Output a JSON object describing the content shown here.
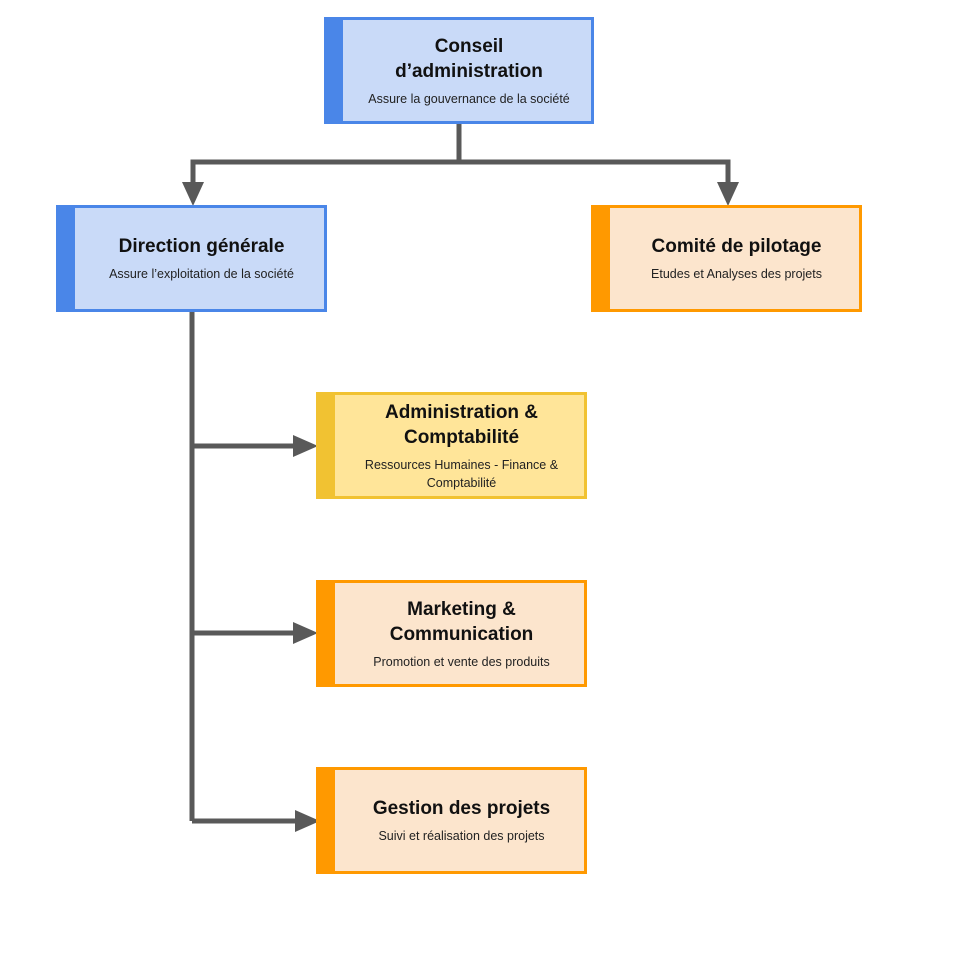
{
  "nodes": {
    "board": {
      "title": "Conseil d’administration",
      "description": "Assure la gouvernance de la société"
    },
    "general_management": {
      "title": "Direction générale",
      "description": "Assure l’exploitation de la société"
    },
    "steering_committee": {
      "title": "Comité de pilotage",
      "description": "Etudes et Analyses des projets"
    },
    "admin_accounting": {
      "title": "Administration & Comptabilité",
      "description": "Ressources Humaines - Finance & Comptabilité"
    },
    "marketing": {
      "title": "Marketing & Communication",
      "description": "Promotion et vente des produits"
    },
    "project_management": {
      "title": "Gestion des projets",
      "description": "Suivi et réalisation des projets"
    }
  },
  "colors": {
    "blue_fill": "#c9daf8",
    "blue_accent": "#4a86e8",
    "orange_fill": "#fce5cd",
    "orange_accent": "#ff9900",
    "yellow_fill": "#ffe599",
    "yellow_accent": "#f1c232",
    "connector": "#595959"
  }
}
